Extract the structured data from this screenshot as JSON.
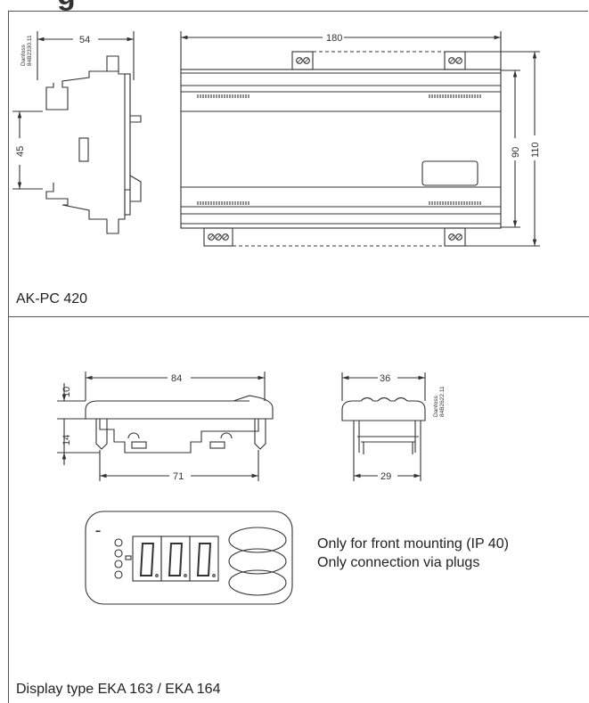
{
  "heading_fragment": "g",
  "top_panel": {
    "caption": "AK-PC 420",
    "drawing_code": [
      "Danfoss",
      "84B2330.11"
    ],
    "dims": {
      "side_width": "54",
      "side_height": "45",
      "width": "180",
      "height_inner": "90",
      "height_outer": "110"
    }
  },
  "bottom_panel": {
    "caption": "Display type EKA 163 / EKA 164",
    "drawing_code": [
      "Danfoss",
      "84B2622.11"
    ],
    "dims": {
      "front_width": "84",
      "front_h1": "10",
      "front_h2": "14",
      "bottom_width": "71",
      "side_top": "36",
      "side_bottom": "29"
    },
    "notes": [
      "Only for front mounting (IP 40)",
      "Only connection via plugs"
    ]
  },
  "colors": {
    "line": "#333333",
    "frame": "#555555"
  }
}
